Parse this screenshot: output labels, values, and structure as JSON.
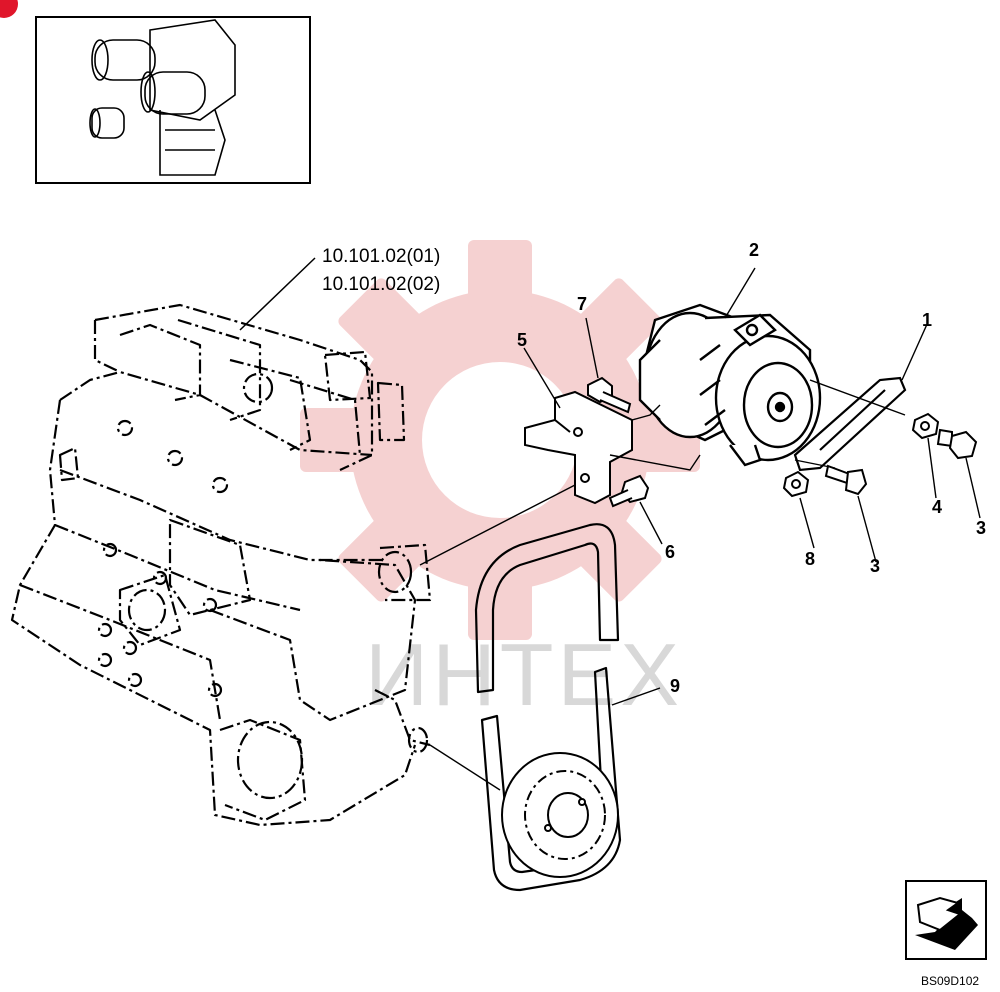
{
  "references": [
    "10.101.02(01)",
    "10.101.02(02)"
  ],
  "callouts": [
    {
      "id": "c1",
      "text": "1"
    },
    {
      "id": "c2",
      "text": "2"
    },
    {
      "id": "c3a",
      "text": "3"
    },
    {
      "id": "c3b",
      "text": "3"
    },
    {
      "id": "c4",
      "text": "4"
    },
    {
      "id": "c5",
      "text": "5"
    },
    {
      "id": "c6",
      "text": "6"
    },
    {
      "id": "c7",
      "text": "7"
    },
    {
      "id": "c8",
      "text": "8"
    },
    {
      "id": "c9",
      "text": "9"
    }
  ],
  "image_code": "BS09D102",
  "watermark": "ИНТЕХ",
  "colors": {
    "line": "#000000",
    "watermark_gear": "#f4c9c9",
    "watermark_text": "#d8d8d8",
    "badge": "#e0162b"
  },
  "icons": {
    "next_page": "arrow-right-box-icon",
    "thumbnail": "engine-thumbnail-icon"
  }
}
